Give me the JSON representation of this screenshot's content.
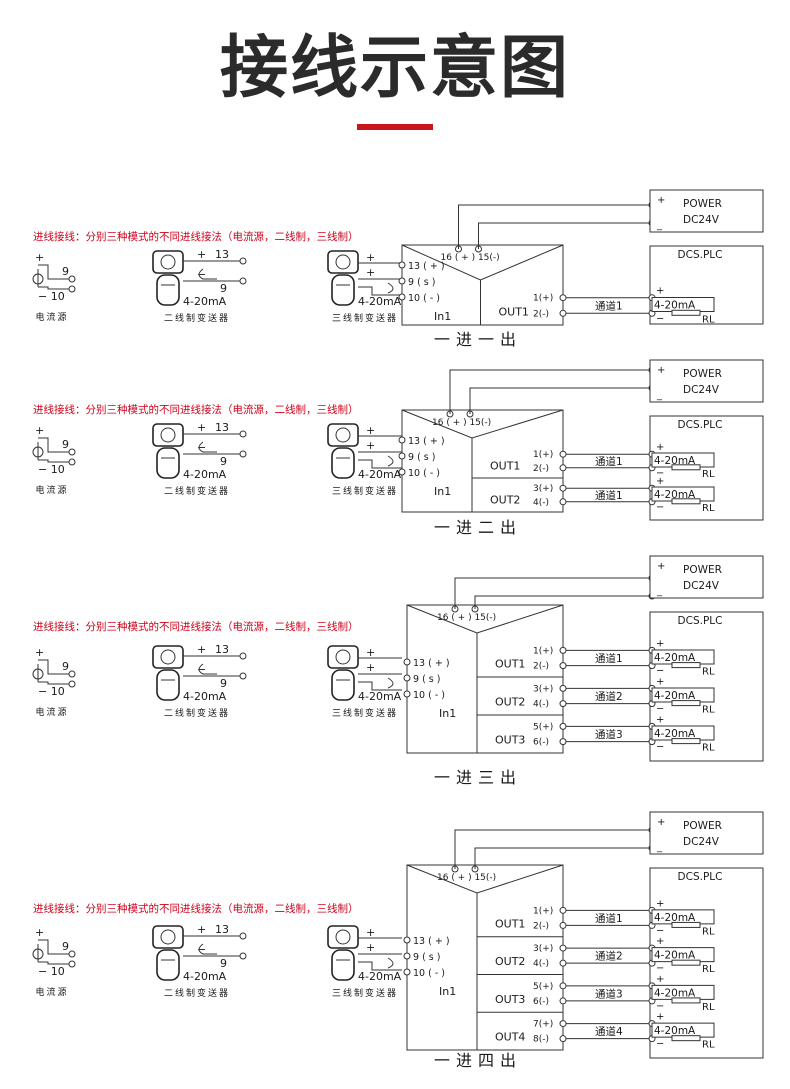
{
  "title": "接线示意图",
  "colors": {
    "accent": "#c8161d",
    "note": "#d0021b",
    "line": "#333333"
  },
  "labels": {
    "note": "进线接线：分别三种模式的不同进线接法（电流源，二线制，三线制）",
    "current_source": "电流源",
    "two_wire": "二线制变送器",
    "three_wire": "三线制变送器",
    "plus": "+",
    "minus": "−",
    "t9": "9",
    "t10": "10",
    "t13": "13",
    "ma": "4-20mA",
    "term13": "13 ( + )",
    "term9": "9 ( s )",
    "term10": "10 ( - )",
    "pwr_terms": "16 ( + ) 15(-)",
    "in1": "In1",
    "power": "POWER",
    "dc24v": "DC24V",
    "dcs": "DCS.PLC",
    "rl": "RL"
  },
  "diagrams": [
    {
      "caption": "一进一出",
      "outputs": [
        {
          "name": "OUT1",
          "pos": "1(+)",
          "neg": "2(-)",
          "channel": "通道1"
        }
      ]
    },
    {
      "caption": "一进二出",
      "outputs": [
        {
          "name": "OUT1",
          "pos": "1(+)",
          "neg": "2(-)",
          "channel": "通道1"
        },
        {
          "name": "OUT2",
          "pos": "3(+)",
          "neg": "4(-)",
          "channel": "通道1"
        }
      ]
    },
    {
      "caption": "一进三出",
      "outputs": [
        {
          "name": "OUT1",
          "pos": "1(+)",
          "neg": "2(-)",
          "channel": "通道1"
        },
        {
          "name": "OUT2",
          "pos": "3(+)",
          "neg": "4(-)",
          "channel": "通道2"
        },
        {
          "name": "OUT3",
          "pos": "5(+)",
          "neg": "6(-)",
          "channel": "通道3"
        }
      ]
    },
    {
      "caption": "一进四出",
      "outputs": [
        {
          "name": "OUT1",
          "pos": "1(+)",
          "neg": "2(-)",
          "channel": "通道1"
        },
        {
          "name": "OUT2",
          "pos": "3(+)",
          "neg": "4(-)",
          "channel": "通道2"
        },
        {
          "name": "OUT3",
          "pos": "5(+)",
          "neg": "6(-)",
          "channel": "通道3"
        },
        {
          "name": "OUT4",
          "pos": "7(+)",
          "neg": "8(-)",
          "channel": "通道4"
        }
      ]
    }
  ]
}
